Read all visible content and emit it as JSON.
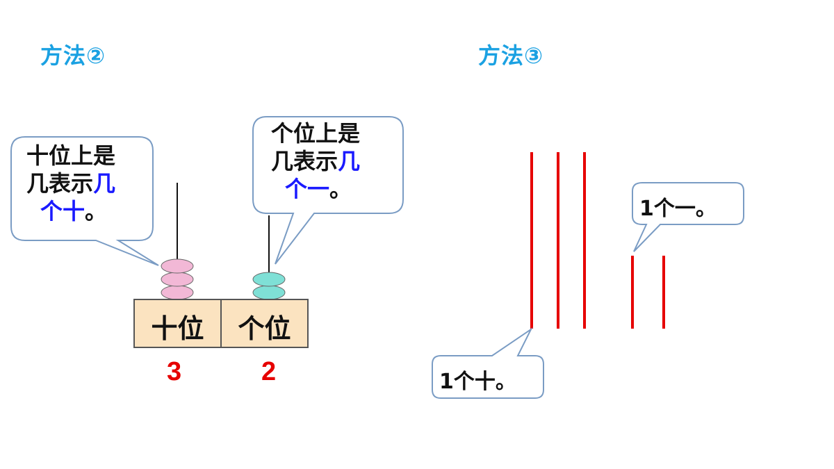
{
  "methods": {
    "method2": "方法②",
    "method3": "方法③"
  },
  "abacus": {
    "tens_label": "十位",
    "ones_label": "个位",
    "tens_value": "3",
    "ones_value": "2",
    "tens_beads": 3,
    "ones_beads": 2,
    "tens_bead_color": "#f2b8d6",
    "ones_bead_color": "#7fe0d6"
  },
  "bubble_tens": {
    "line1": "十位上是",
    "line2_black": "几表示",
    "line2_blue": "几",
    "line3_blue": "个十",
    "line3_end": "。"
  },
  "bubble_ones": {
    "line1": "个位上是",
    "line2_black": "几表示",
    "line2_blue": "几",
    "line3_blue": "个一",
    "line3_end": "。"
  },
  "sticks": {
    "tens_note": "1个十。",
    "ones_note": "1个一。",
    "tall_count": 3,
    "short_count": 2,
    "color": "#e60000"
  }
}
